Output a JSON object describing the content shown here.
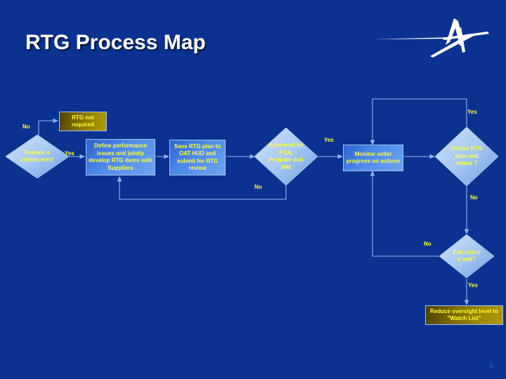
{
  "slide": {
    "title": "RTG Process Map",
    "page_number": "6",
    "background_color": "#0b3290",
    "accent_text_color": "#ffff33",
    "line_color": "#8fb6ee",
    "logo_name": "lockheed-martin-star-logo"
  },
  "nodes": [
    {
      "id": "rtg-not-required",
      "kind": "process",
      "style": "gold",
      "text": "RTG not required"
    },
    {
      "id": "entrance-criteria",
      "kind": "decision",
      "text": "Entranc e criteria met?"
    },
    {
      "id": "define-performance-issues",
      "kind": "process",
      "style": "blue",
      "text": "Define performance issues and jointly develop RTG items with Suppliers"
    },
    {
      "id": "save-rtg-plan",
      "kind": "process",
      "style": "blue",
      "text": "Save RTG plan to OAT HUD and submit for RTG review"
    },
    {
      "id": "approved-by-pqa",
      "kind": "decision",
      "text": "Approved by PQA, Program and MM"
    },
    {
      "id": "monitor-seller-progress",
      "kind": "process",
      "style": "blue",
      "text": "Monitor seller progress on actions"
    },
    {
      "id": "revise-rtg-plan",
      "kind": "decision",
      "text": "Revise RTG plan and status ?"
    },
    {
      "id": "exit-criteria",
      "kind": "decision",
      "text": "Exit criteri a met?"
    },
    {
      "id": "reduce-oversight",
      "kind": "process",
      "style": "gold",
      "text": "Reduce oversight level to \"Watch List\""
    }
  ],
  "edge_labels": {
    "entrance_no": "No",
    "entrance_yes": "Yes",
    "approved_no": "No",
    "approved_yes": "Yes",
    "revise_yes": "Yes",
    "revise_no": "No",
    "exit_no": "No",
    "exit_yes": "Yes"
  }
}
